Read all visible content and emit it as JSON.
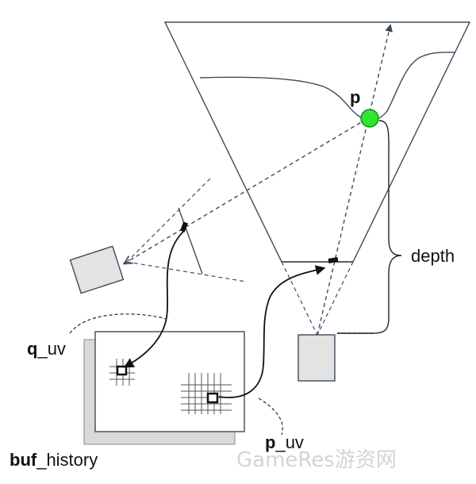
{
  "labels": {
    "p": "p",
    "depth": "depth",
    "q_uv": {
      "bold": "q",
      "rest": "_uv"
    },
    "p_uv": {
      "bold": "p",
      "rest": "_uv"
    },
    "buf_history": {
      "bold": "buf",
      "rest": "_history"
    }
  },
  "watermark": "GameRes游资网",
  "colors": {
    "line": "#3d4a5c",
    "dashed": "#4a5568",
    "point_fill": "#2ee62e",
    "point_stroke": "#1a8a1a",
    "camera_fill": "#e3e3e3",
    "ink": "#111111"
  }
}
